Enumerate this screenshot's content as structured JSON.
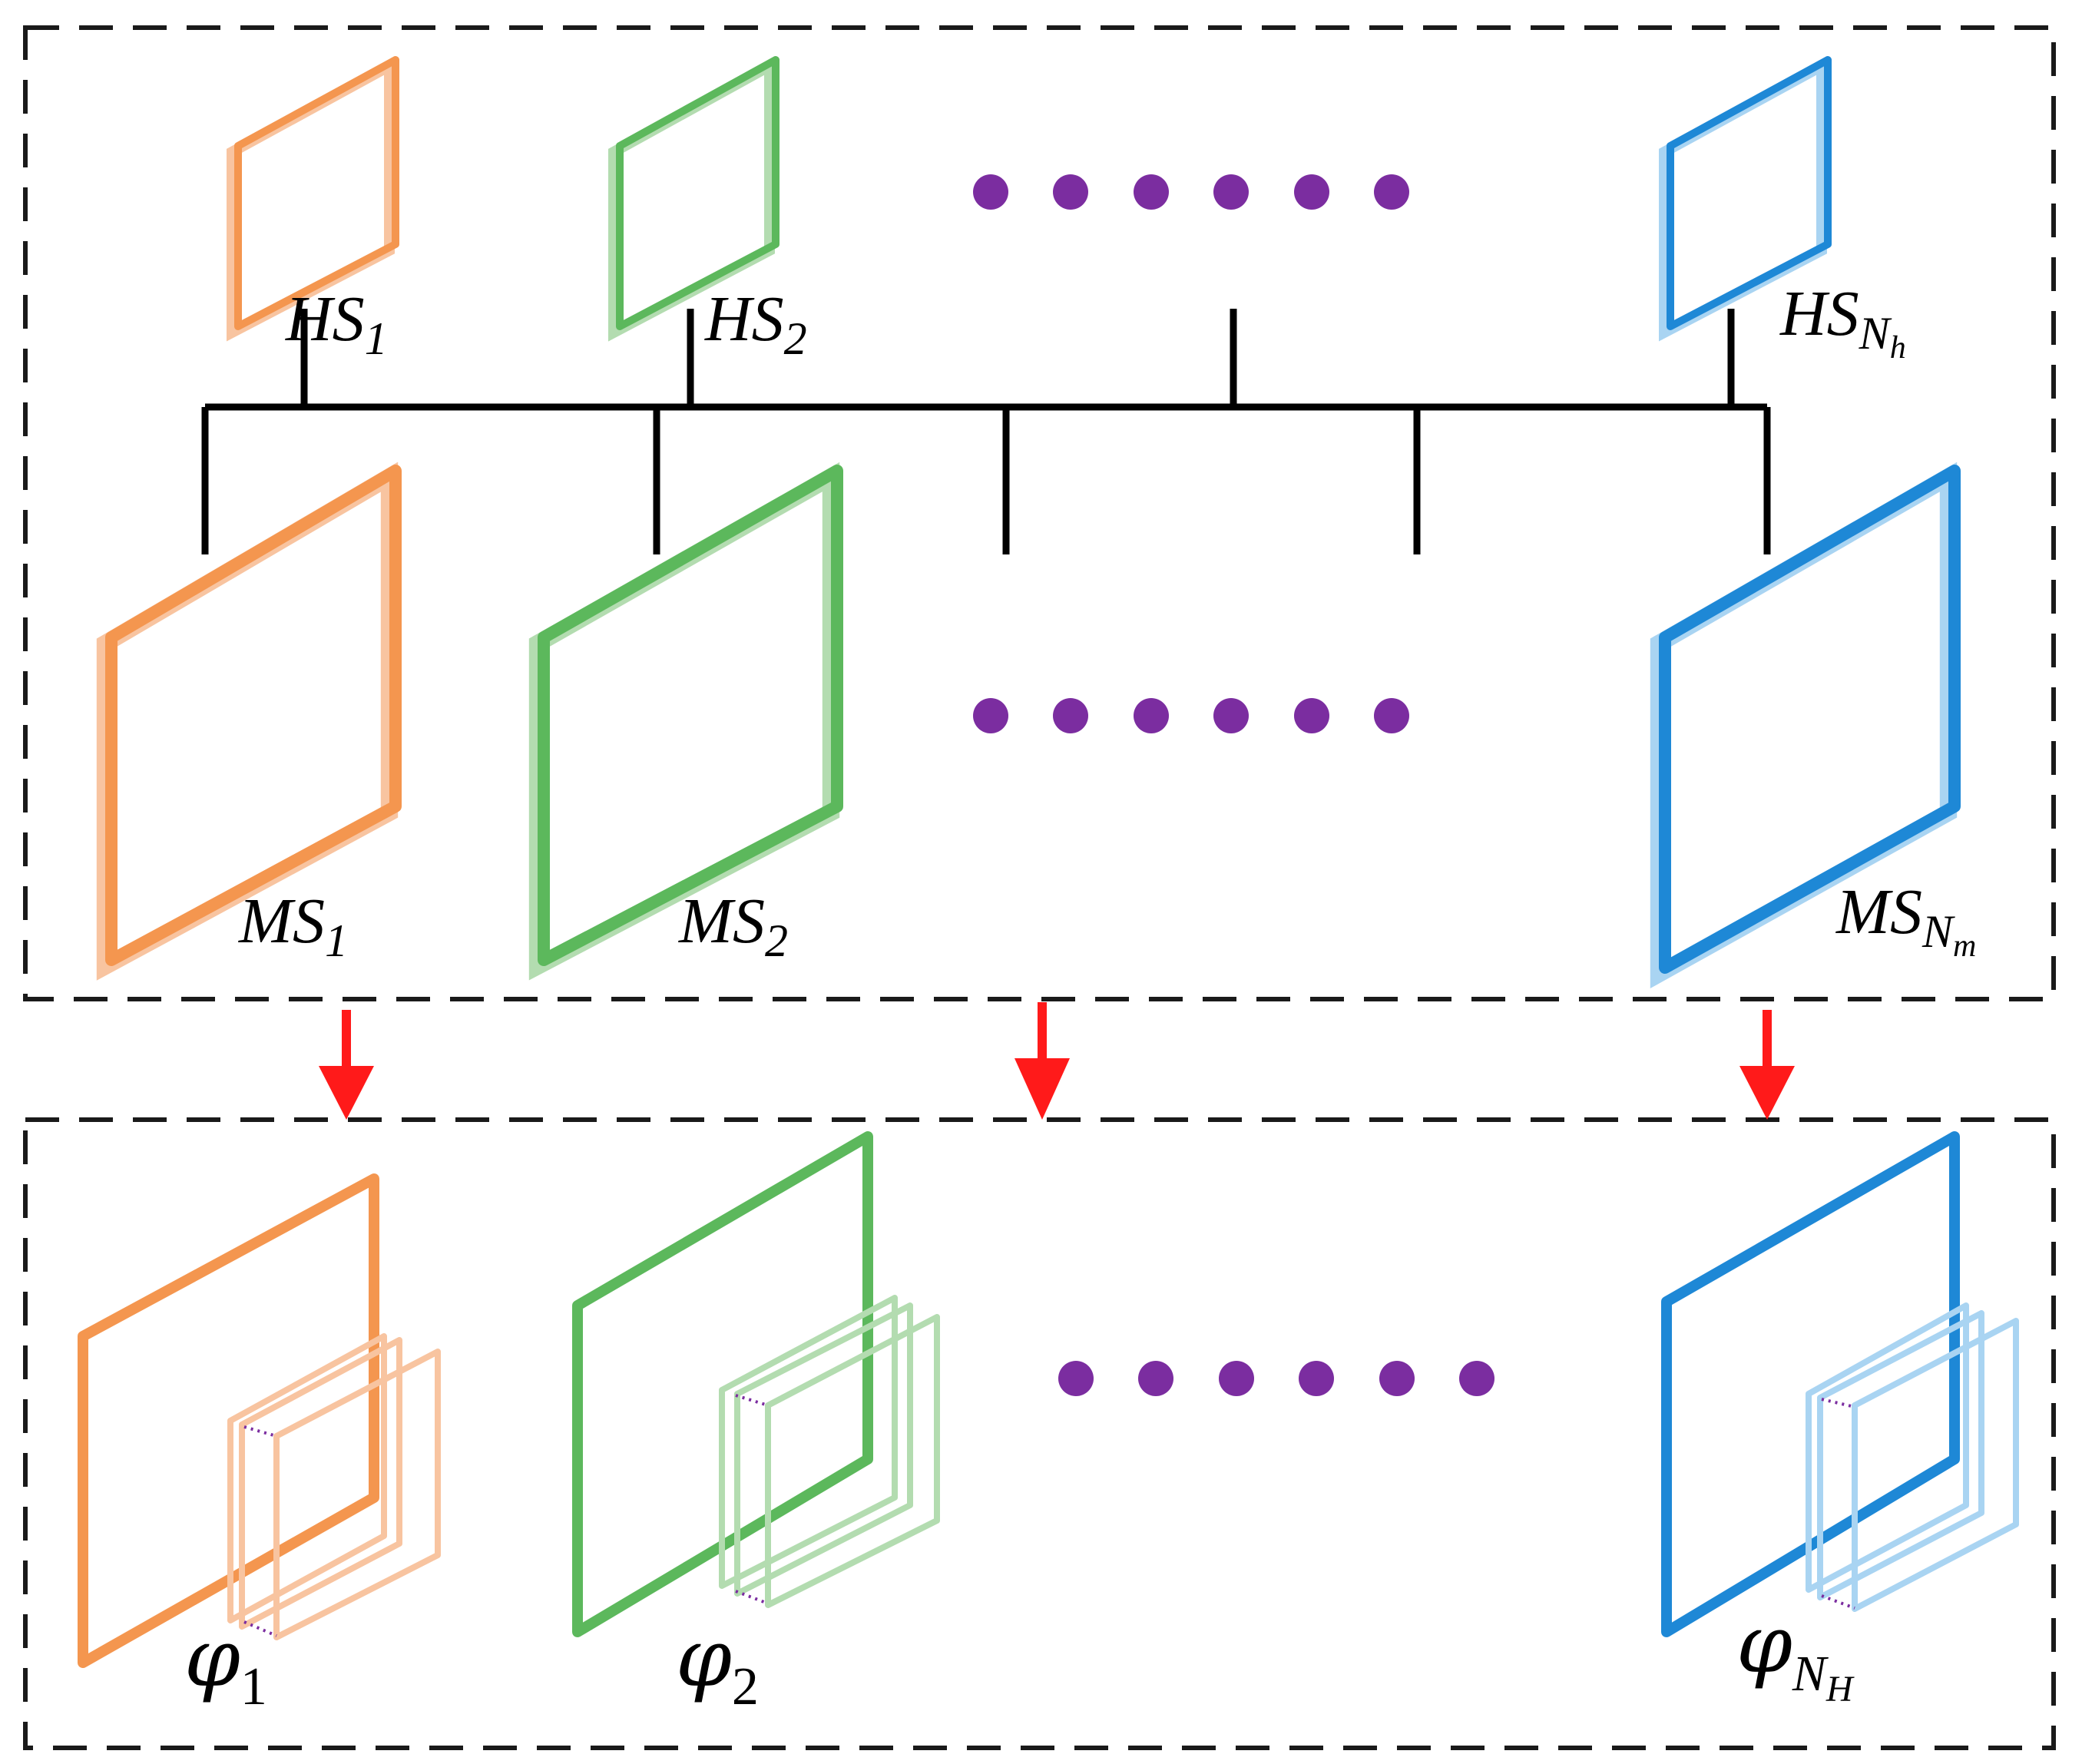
{
  "colors": {
    "orange": "#f4964f",
    "green": "#5cb85c",
    "blue": "#1e88d6",
    "purple": "#7b2da0",
    "arrow": "#ff1a1a",
    "line": "#000000",
    "orange_light": "#f8c4a0",
    "green_light": "#b3dcb0",
    "blue_light": "#a9d4f2"
  },
  "hs_labels": [
    {
      "base": "HS",
      "sub": "1"
    },
    {
      "base": "HS",
      "sub": "2"
    },
    {
      "base": "HS",
      "sub": "N",
      "subsub": "h"
    }
  ],
  "ms_labels": [
    {
      "base": "MS",
      "sub": "1"
    },
    {
      "base": "MS",
      "sub": "2"
    },
    {
      "base": "MS",
      "sub": "N",
      "subsub": "m"
    }
  ],
  "phi_labels": [
    {
      "base": "φ",
      "sub": "1"
    },
    {
      "base": "φ",
      "sub": "2"
    },
    {
      "base": "φ",
      "sub": "N",
      "subsub": "H"
    }
  ],
  "icons": {
    "ellipsis": "purple-dots-icon",
    "arrow": "red-down-arrow-icon"
  }
}
